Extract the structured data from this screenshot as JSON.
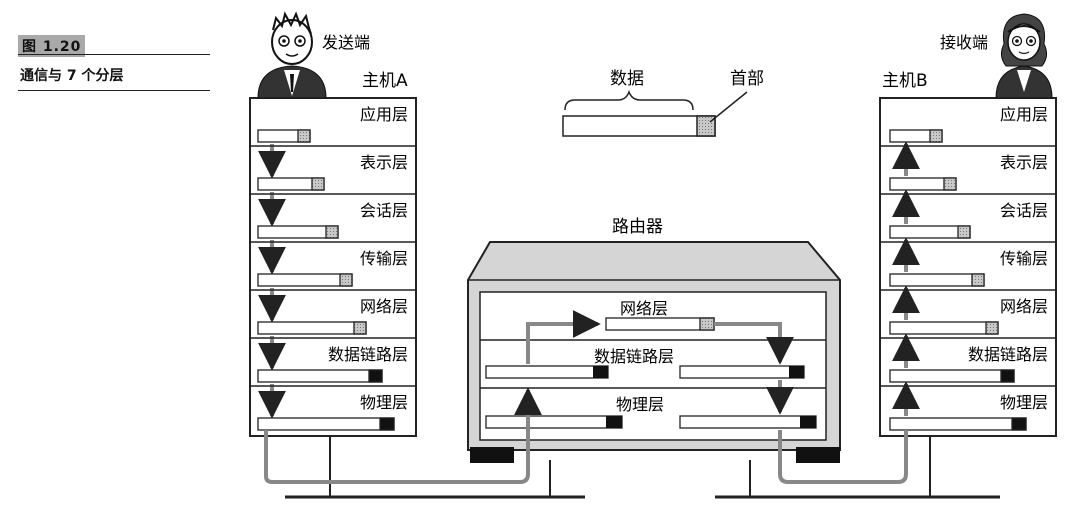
{
  "figure": {
    "number": "图 1.20",
    "title": "通信与 7 个分层"
  },
  "sender": {
    "role": "发送端",
    "host": "主机A"
  },
  "receiver": {
    "role": "接收端",
    "host": "主机B"
  },
  "legend": {
    "data_label": "数据",
    "header_label": "首部"
  },
  "router": {
    "title": "路由器"
  },
  "layers": [
    "应用层",
    "表示层",
    "会话层",
    "传输层",
    "网络层",
    "数据链路层",
    "物理层"
  ],
  "router_layers": [
    "网络层",
    "数据链路层",
    "物理层"
  ],
  "colors": {
    "line": "#222222",
    "header_gray": "#8c8c8c",
    "shell_gray": "#bdbdbd",
    "black_header": "#111111"
  }
}
